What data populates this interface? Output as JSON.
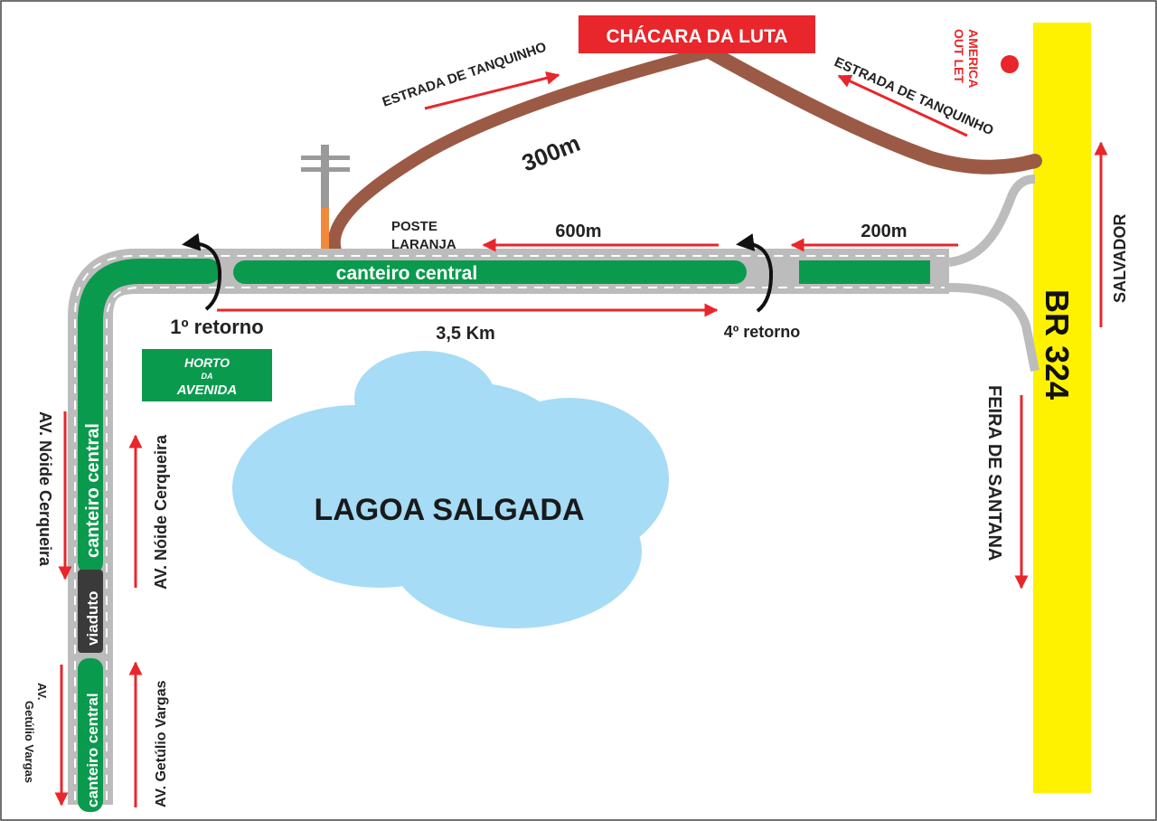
{
  "title": "CHÁCARA DA LUTA",
  "places": {
    "america_outlet": [
      "AMERICA",
      "OUT LET"
    ],
    "horto": [
      "HORTO",
      "DA",
      "AVENIDA"
    ],
    "lagoa": "LAGOA SALGADA",
    "poste": [
      "POSTE",
      "LARANJA"
    ]
  },
  "roads": {
    "estrada_left": "ESTRADA DE TANQUINHO",
    "estrada_right": "ESTRADA DE TANQUINHO",
    "br": "BR 324",
    "salvador": "SALVADOR",
    "feira": "FEIRA DE SANTANA",
    "canteiro_h": "canteiro central",
    "canteiro_v1": "canteiro central",
    "canteiro_v2": "canteiro central",
    "viaduto": "viaduto",
    "noide_left": "AV. Nóide Cerqueira",
    "noide_right": "AV. Nóide Cerqueira",
    "getulio_left": [
      "AV.",
      "Getúlio Vargas"
    ],
    "getulio_right": "AV. Getúlio Vargas"
  },
  "distances": {
    "d300": "300m",
    "d600": "600m",
    "d200": "200m",
    "d35": "3,5 Km"
  },
  "retornos": {
    "first": "1º retorno",
    "fourth": "4º retorno"
  },
  "colors": {
    "median_green": "#0a9a4d",
    "road_gray": "#bcbcbc",
    "dirt_road": "#9b5a45",
    "br_yellow": "#fff200",
    "lake_blue": "#a6dcf5",
    "arrow_red": "#e8262b",
    "banner_red": "#e8262b"
  }
}
